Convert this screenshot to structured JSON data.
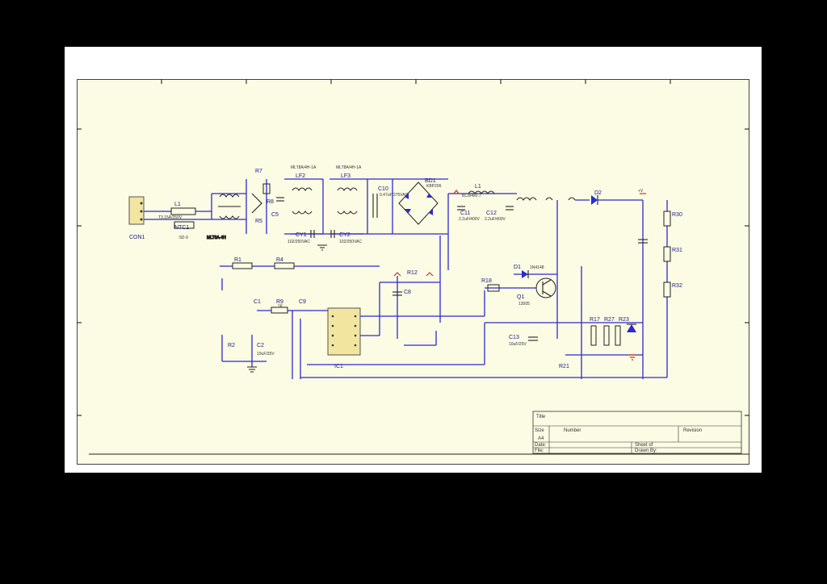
{
  "schematic": {
    "refdes": {
      "conn": "CON1",
      "l1": "L1",
      "ntc": "NTC1",
      "r7": "R7",
      "r8": "R8",
      "r5": "R5",
      "c5": "C5",
      "lf2": "LF2",
      "lf3": "LF3",
      "cy1": "CY1",
      "cy2": "CY2",
      "c10": "C10",
      "bd1": "BD1",
      "l_out": "L1",
      "c11": "C11",
      "c12": "C12",
      "d2": "D2",
      "r1": "R1",
      "r4": "R4",
      "r12": "R12",
      "d1": "D1",
      "r18": "R18",
      "q1": "Q1",
      "c1": "C1",
      "r9": "R9",
      "c9": "C9",
      "ic1": "IC1",
      "c13": "C13",
      "r21": "R21",
      "r17": "R17",
      "r27": "R27",
      "r23": "R23",
      "r30": "R30",
      "r31": "R31",
      "r32": "R32",
      "c2": "C2",
      "r2": "R2",
      "c8": "C8"
    },
    "values": {
      "f1": "T3.15A/250V",
      "ntc": "5D-9",
      "lf1": "MLT8A-4H",
      "lf2_top": "MLT8A/4H-1A",
      "lf3_top": "MLT8A/4H-1A",
      "cy1": "102/250VAC",
      "cy2": "102/250VAC",
      "c10": "0.47uF/275VAC",
      "bd1": "KBP206",
      "l_out": "BL3x4x0.7",
      "c11": "2.2uF/400V",
      "c12": "2.2uF/400V",
      "q1": "13005",
      "d1": "1N4148",
      "r9": "1K",
      "c13": "10uF/25V",
      "c2": "10uF/35V",
      "node": "+V"
    },
    "title_block": {
      "title": "Title",
      "size_label": "Size",
      "size": "A4",
      "number_label": "Number",
      "revision_label": "Revision",
      "date_label": "Date:",
      "sheet_label": "Sheet  of",
      "file_label": "File:",
      "drawn_by_label": "Drawn By:"
    }
  }
}
